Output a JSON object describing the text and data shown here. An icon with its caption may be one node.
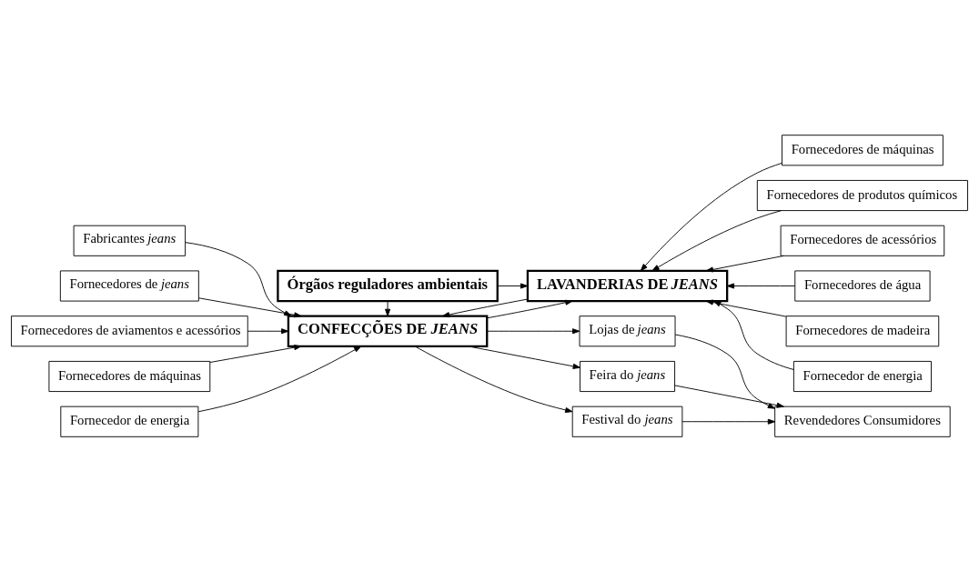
{
  "diagram": {
    "nodes": [
      {
        "text": [
          "Lojas de *jeans*"
        ]
      },
      {
        "text": [
          "Feira do *jeans*"
        ]
      },
      {
        "text": [
          "Festival do *jeans*"
        ]
      },
      {
        "text": [
          "Revendedores Consumidores"
        ]
      },
      {
        "text": [
          "Fabricantes *jeans*"
        ]
      },
      {
        "text": [
          "Fornecedores de *jeans*"
        ]
      },
      {
        "text": [
          "Fornecedores de aviamentos e acessórios"
        ]
      },
      {
        "text": [
          "Fornecedores de máquinas"
        ]
      },
      {
        "text": [
          "Fornecedor de energia"
        ]
      },
      {
        "text": [
          "CONFECÇÕES DE *JEANS*"
        ]
      },
      {
        "text": [
          "LAVANDERIAS DE *JEANS*"
        ]
      },
      {
        "text": [
          "Órgãos reguladores ambientais"
        ]
      },
      {
        "text": [
          "Fornecedores de máquinas"
        ]
      },
      {
        "text": [
          "Fornecedores de produtos químicos"
        ]
      },
      {
        "text": [
          "Fornecedores de acessórios"
        ]
      },
      {
        "text": [
          "Fornecedores de água"
        ]
      },
      {
        "text": [
          "Fornecedores de madeira"
        ]
      },
      {
        "text": [
          "Fornecedor de energia"
        ]
      }
    ],
    "edges": [
      {
        "from": 9,
        "to": 0,
        "arrow": "to"
      },
      {
        "from": 9,
        "to": 1,
        "arrow": "to"
      },
      {
        "from": 9,
        "to": 2,
        "arrow": "to"
      },
      {
        "from": 0,
        "to": 3,
        "arrow": "to"
      },
      {
        "from": 1,
        "to": 3,
        "arrow": "to"
      },
      {
        "from": 2,
        "to": 3,
        "arrow": "to"
      },
      {
        "from": 4,
        "to": 9,
        "arrow": "to"
      },
      {
        "from": 5,
        "to": 9,
        "arrow": "to"
      },
      {
        "from": 6,
        "to": 9,
        "arrow": "to"
      },
      {
        "from": 7,
        "to": 9,
        "arrow": "to"
      },
      {
        "from": 8,
        "to": 9,
        "arrow": "to"
      },
      {
        "from": 9,
        "to": 10,
        "arrow": "to"
      },
      {
        "from": 10,
        "to": 9,
        "arrow": "to"
      },
      {
        "from": 11,
        "to": 9,
        "arrow": "to"
      },
      {
        "from": 11,
        "to": 10,
        "arrow": "to"
      },
      {
        "from": 12,
        "to": 10,
        "arrow": "to"
      },
      {
        "from": 13,
        "to": 10,
        "arrow": "to"
      },
      {
        "from": 14,
        "to": 10,
        "arrow": "to"
      },
      {
        "from": 15,
        "to": 10,
        "arrow": "to"
      },
      {
        "from": 16,
        "to": 10,
        "arrow": "to"
      },
      {
        "from": 17,
        "to": 10,
        "arrow": "to"
      }
    ]
  }
}
